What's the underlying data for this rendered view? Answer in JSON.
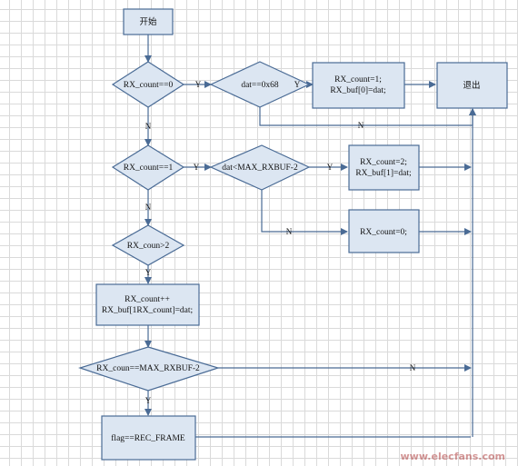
{
  "nodes": {
    "start": "开始",
    "rx_count_eq0": "RX_count==0",
    "dat_eq_68": "dat==0x68",
    "set_count1_l1": "RX_count=1;",
    "set_count1_l2": "RX_buf[0]=dat;",
    "exit": "退出",
    "rx_count_eq1": "RX_count==1",
    "dat_lt_max": "dat<MAX_RXBUF-2",
    "set_count2_l1": "RX_count=2;",
    "set_count2_l2": "RX_buf[1]=dat;",
    "reset_count": "RX_count=0;",
    "rx_count_gt2": "RX_coun>2",
    "incr_l1": "RX_count++",
    "incr_l2": "RX_buf[1RX_count]=dat;",
    "rx_count_eq_max": "RX_coun==MAX_RXBUF-2",
    "set_flag": "flag==REC_FRAME"
  },
  "edge_labels": {
    "y1": "Y",
    "y2": "Y",
    "n1": "N",
    "n2": "N",
    "y3": "Y",
    "y4": "Y",
    "n3": "N",
    "n4": "N",
    "y5": "Y",
    "n5": "N",
    "y6": "Y"
  },
  "watermark": "www.elecfans.com"
}
